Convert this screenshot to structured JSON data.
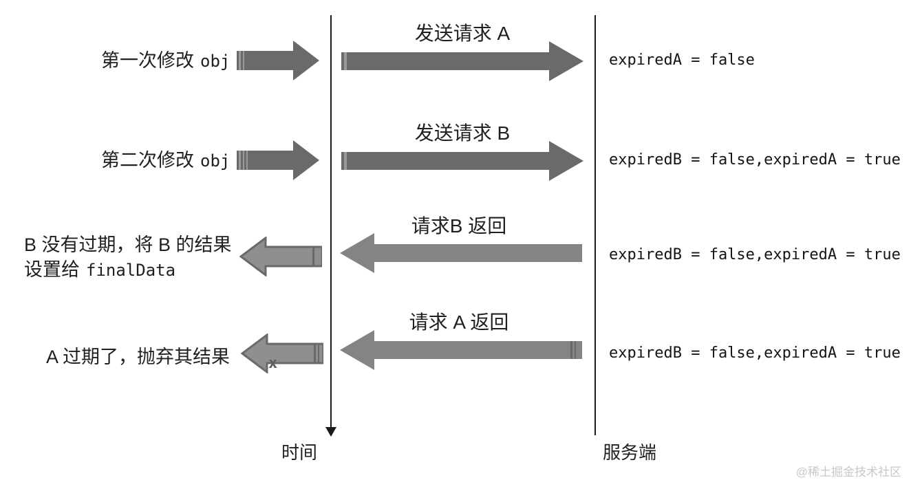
{
  "diagram": {
    "axes": {
      "time_label": "时间",
      "server_label": "服务端"
    },
    "rows": [
      {
        "left_label_cn": "第一次修改",
        "left_label_code": "obj",
        "arrow_label": "发送请求 A",
        "direction": "right",
        "server_state": "expiredA = false"
      },
      {
        "left_label_cn": "第二次修改",
        "left_label_code": "obj",
        "arrow_label": "发送请求 B",
        "direction": "right",
        "server_state": "expiredB = false,expiredA = true"
      },
      {
        "left_label_line1": "B 没有过期，将 B 的结果",
        "left_label_line2_cn": "设置给",
        "left_label_line2_code": "finalData",
        "arrow_label": "请求B 返回",
        "direction": "left",
        "server_state": "expiredB = false,expiredA = true"
      },
      {
        "left_label": "A 过期了，抛弃其结果",
        "arrow_label": "请求 A 返回",
        "direction": "left",
        "server_state": "expiredB = false,expiredA = true",
        "discard_mark": "x"
      }
    ],
    "watermark": "@稀土掘金技术社区",
    "colors": {
      "axis_line": "#1a1a1a",
      "arrow_dark": "#6a6a6a",
      "arrow_medium": "#848484",
      "arrow_light_fill": "#8f8f8f",
      "arrow_outline": "#696969",
      "arrow_tail_stripe": "#9a9a9a",
      "watermark": "#c8c8c8"
    }
  }
}
